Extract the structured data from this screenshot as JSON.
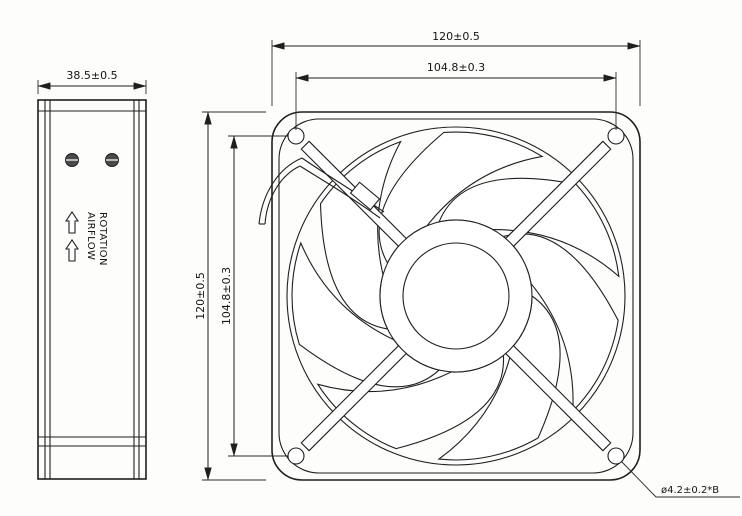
{
  "drawing": {
    "side_view": {
      "depth_dimension": "38.5±0.5",
      "airflow_label": "AIRFLOW",
      "rotation_label": "ROTATION"
    },
    "front_view": {
      "width_dimension": "120±0.5",
      "hole_spacing_horizontal": "104.8±0.3",
      "height_dimension": "120±0.5",
      "hole_spacing_vertical": "104.8±0.3",
      "mounting_hole_note": "ø4.2±0.2*B"
    }
  }
}
